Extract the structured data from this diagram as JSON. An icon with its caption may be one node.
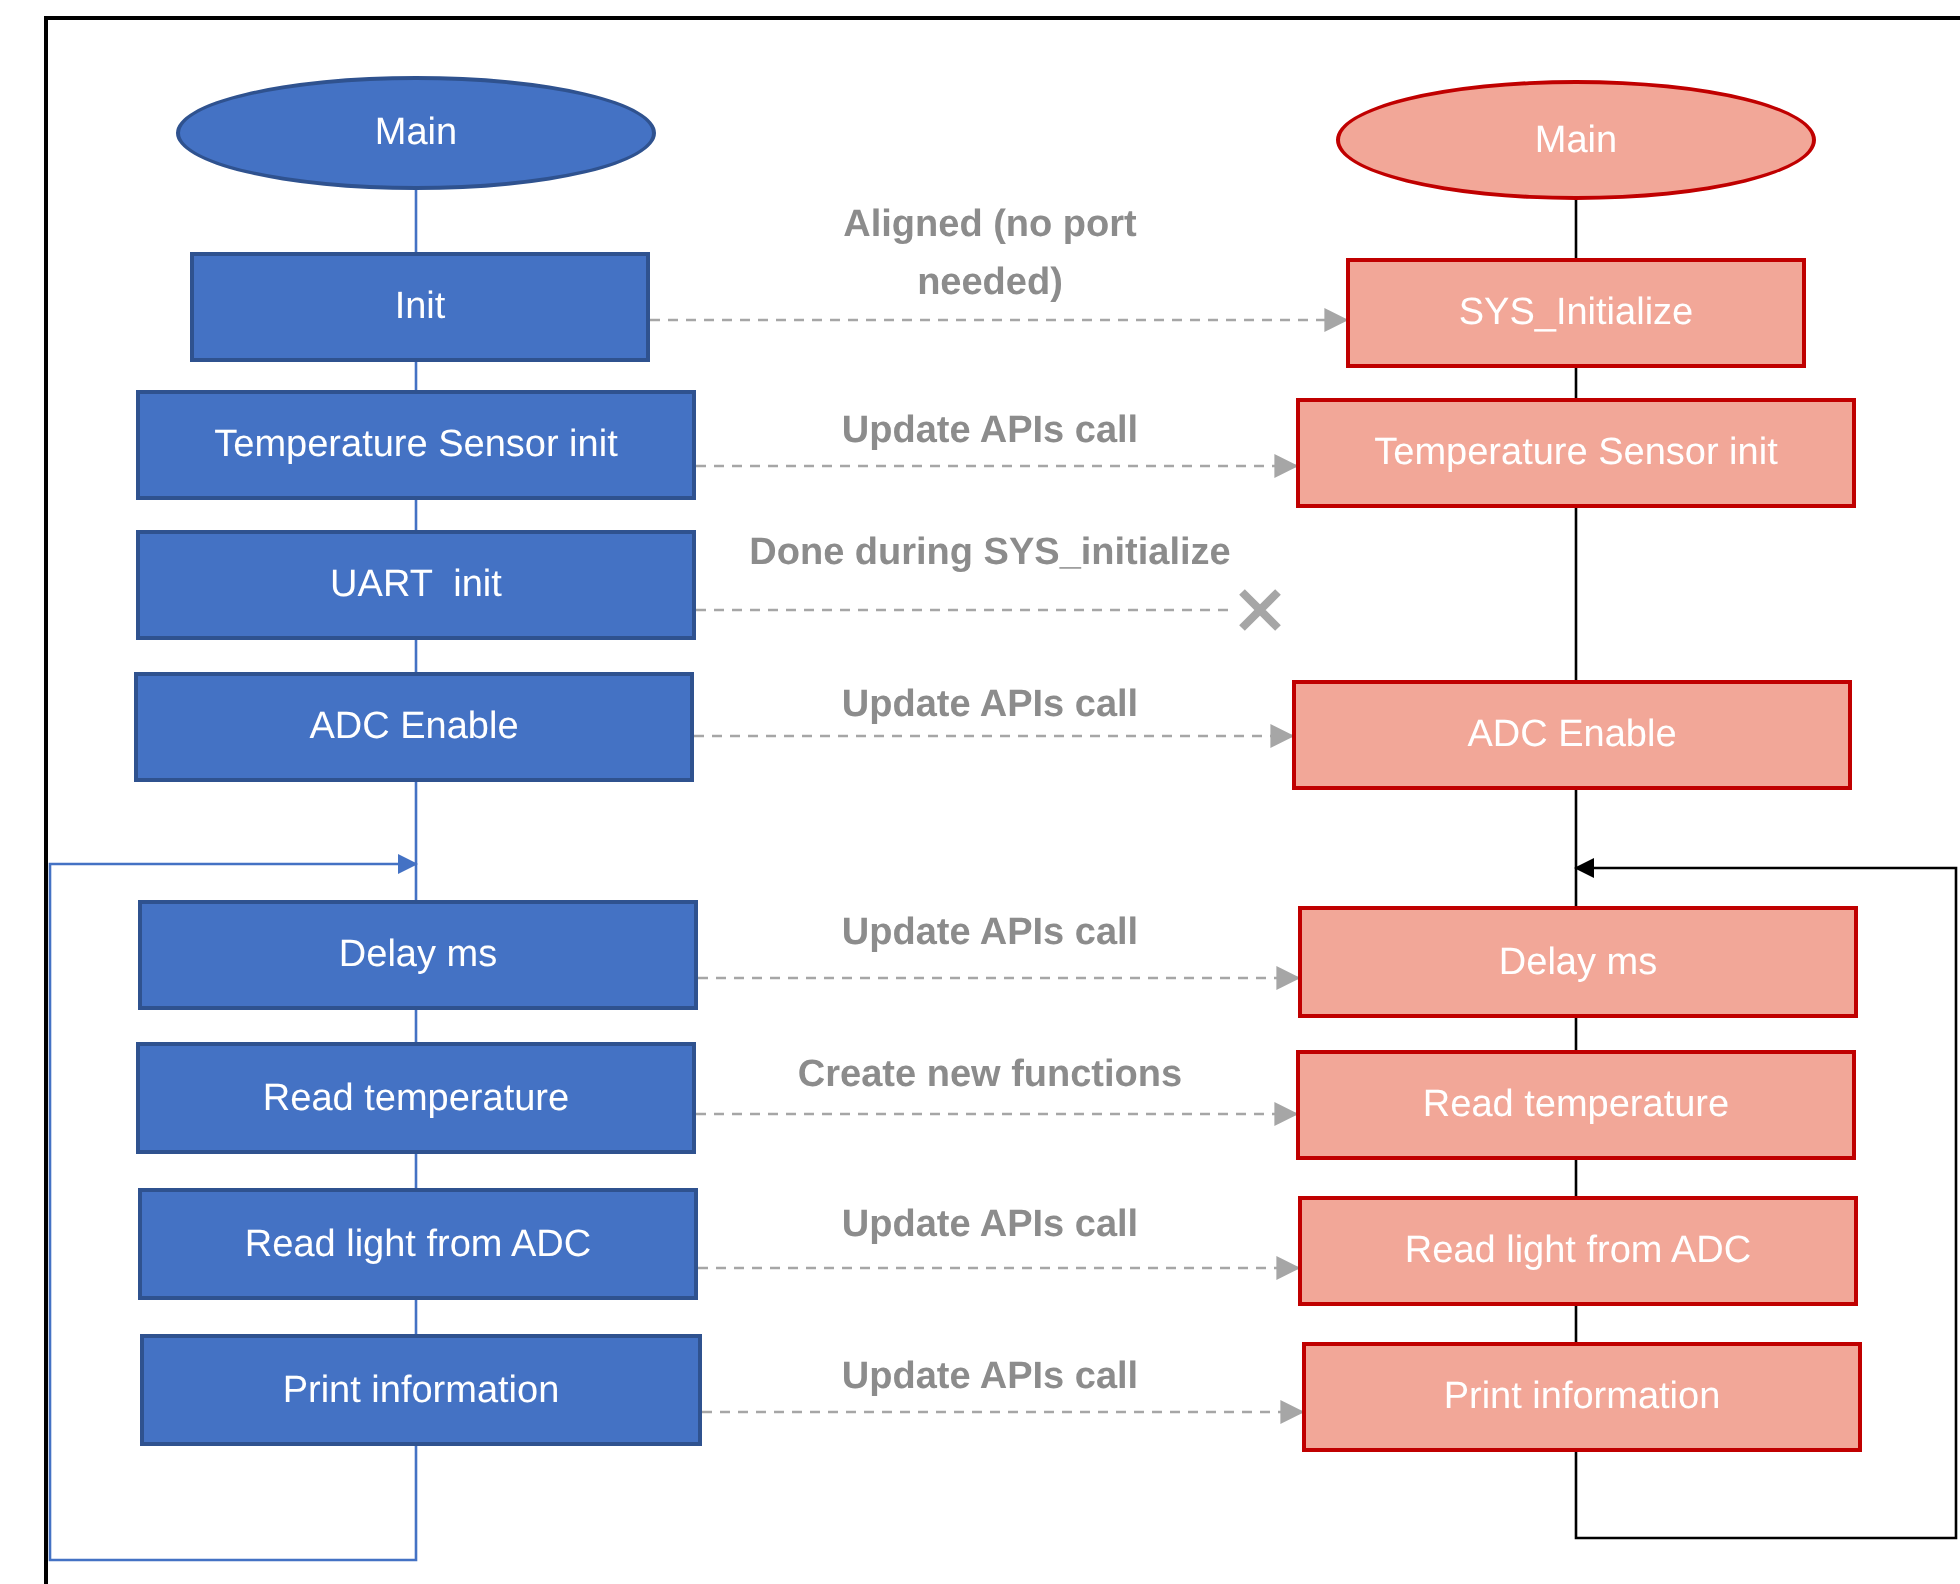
{
  "diagram": {
    "nodes": [
      {
        "text": [
          "Main"
        ]
      },
      {
        "text": [
          "Init"
        ]
      },
      {
        "text": [
          "Temperature Sensor init"
        ]
      },
      {
        "text": [
          "UART  init"
        ]
      },
      {
        "text": [
          "ADC Enable"
        ]
      },
      {
        "text": [
          "Delay ms"
        ]
      },
      {
        "text": [
          "Read temperature"
        ]
      },
      {
        "text": [
          "Read light from ADC"
        ]
      },
      {
        "text": [
          "Print information"
        ]
      },
      {
        "text": [
          "Main"
        ]
      },
      {
        "text": [
          "SYS_Initialize"
        ]
      },
      {
        "text": [
          "Temperature Sensor init"
        ]
      },
      {
        "text": [
          "ADC Enable"
        ]
      },
      {
        "text": [
          "Delay ms"
        ]
      },
      {
        "text": [
          "Read temperature"
        ]
      },
      {
        "text": [
          "Read light from ADC"
        ]
      },
      {
        "text": [
          "Print information"
        ]
      },
      {
        "text": [],
        "shape": "cross"
      }
    ],
    "edges": [
      {
        "from": 0,
        "to": 1,
        "arrow": "none",
        "color": "#4472c4"
      },
      {
        "from": 1,
        "to": 2,
        "arrow": "none",
        "color": "#4472c4"
      },
      {
        "from": 2,
        "to": 3,
        "arrow": "none",
        "color": "#4472c4"
      },
      {
        "from": 3,
        "to": 4,
        "arrow": "none",
        "color": "#4472c4"
      },
      {
        "from": 4,
        "to": 5,
        "arrow": "none",
        "color": "#4472c4"
      },
      {
        "from": 5,
        "to": 6,
        "arrow": "none",
        "color": "#4472c4"
      },
      {
        "from": 6,
        "to": 7,
        "arrow": "none",
        "color": "#4472c4"
      },
      {
        "from": 7,
        "to": 8,
        "arrow": "none",
        "color": "#4472c4"
      },
      {
        "from": 8,
        "to": 5,
        "arrow": "to",
        "color": "#4472c4"
      },
      {
        "from": 9,
        "to": 10,
        "arrow": "none",
        "color": "#000000"
      },
      {
        "from": 10,
        "to": 11,
        "arrow": "none",
        "color": "#000000"
      },
      {
        "from": 11,
        "to": 12,
        "arrow": "none",
        "color": "#000000"
      },
      {
        "from": 12,
        "to": 13,
        "arrow": "none",
        "color": "#000000"
      },
      {
        "from": 13,
        "to": 14,
        "arrow": "none",
        "color": "#000000"
      },
      {
        "from": 14,
        "to": 15,
        "arrow": "none",
        "color": "#000000"
      },
      {
        "from": 15,
        "to": 16,
        "arrow": "none",
        "color": "#000000"
      },
      {
        "from": 16,
        "to": 13,
        "arrow": "to",
        "color": "#000000"
      },
      {
        "from": 1,
        "to": 10,
        "arrow": "to",
        "label": "Aligned (no port needed)",
        "style": "dashed",
        "color": "#a6a6a6"
      },
      {
        "from": 2,
        "to": 11,
        "arrow": "to",
        "label": "Update APIs call",
        "style": "dashed",
        "color": "#a6a6a6"
      },
      {
        "from": 3,
        "to": 17,
        "arrow": "none",
        "label": "Done during SYS_initialize",
        "style": "dashed",
        "color": "#a6a6a6"
      },
      {
        "from": 4,
        "to": 12,
        "arrow": "to",
        "label": "Update APIs call",
        "style": "dashed",
        "color": "#a6a6a6"
      },
      {
        "from": 5,
        "to": 13,
        "arrow": "to",
        "label": "Update APIs call",
        "style": "dashed",
        "color": "#a6a6a6"
      },
      {
        "from": 6,
        "to": 14,
        "arrow": "to",
        "label": "Create new functions",
        "style": "dashed",
        "color": "#a6a6a6"
      },
      {
        "from": 7,
        "to": 15,
        "arrow": "to",
        "label": "Update APIs call",
        "style": "dashed",
        "color": "#a6a6a6"
      },
      {
        "from": 8,
        "to": 16,
        "arrow": "to",
        "label": "Update APIs call",
        "style": "dashed",
        "color": "#a6a6a6"
      }
    ]
  }
}
